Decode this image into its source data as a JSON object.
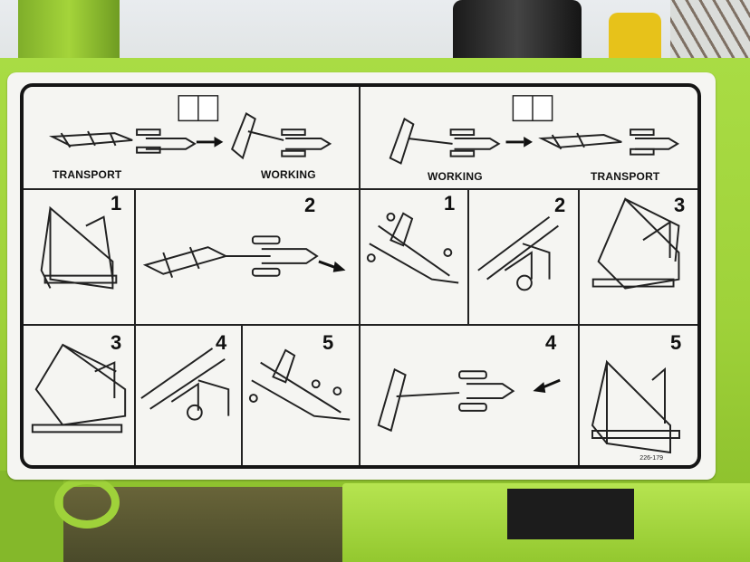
{
  "sticker": {
    "top_left": {
      "label_left": "TRANSPORT",
      "label_right": "WORKING"
    },
    "top_right": {
      "label_left": "WORKING",
      "label_right": "TRANSPORT"
    },
    "left_row1_steps": [
      "1",
      "2"
    ],
    "left_row2_steps": [
      "3",
      "4",
      "5"
    ],
    "right_row1_steps": [
      "1",
      "2",
      "3"
    ],
    "right_row2_steps": [
      "4",
      "5"
    ],
    "part_code": "226-179"
  },
  "icons": [
    "manual-book-icon",
    "arrow-right-icon",
    "arrow-left-icon",
    "hitch-frame-icon",
    "tractor-implement-icon"
  ],
  "colors": {
    "frame_green": "#9fd23a",
    "sticker_white": "#f5f5f2",
    "ink": "#151515"
  }
}
